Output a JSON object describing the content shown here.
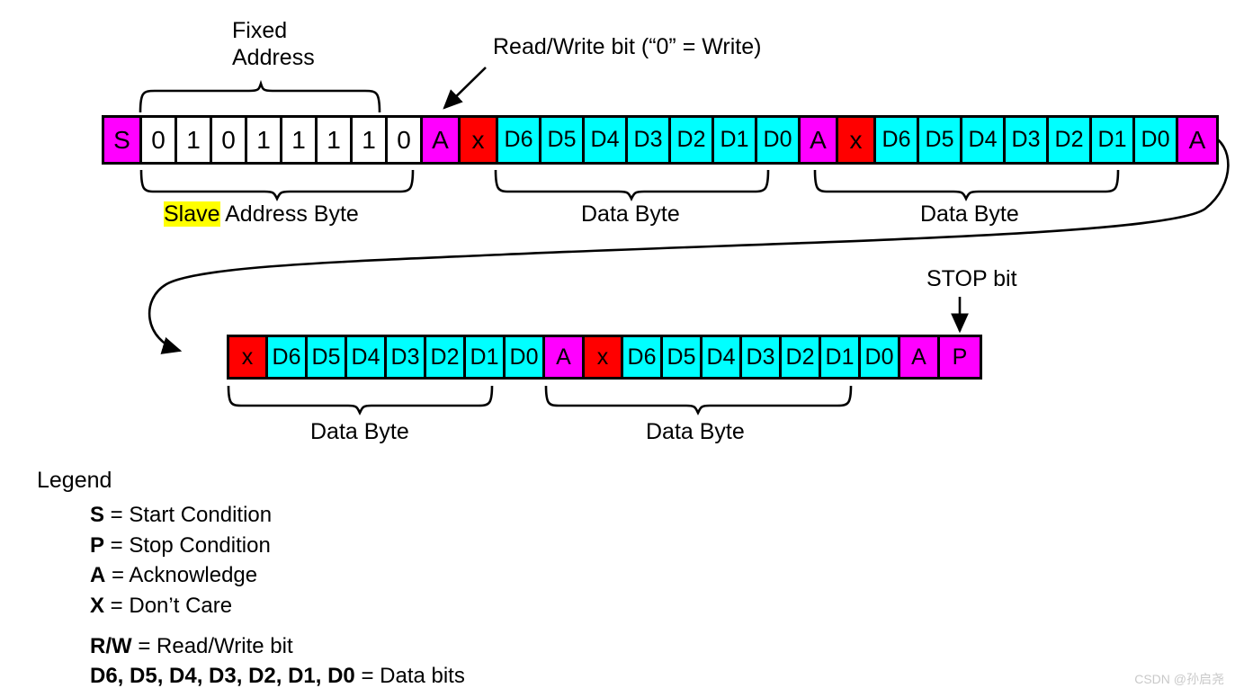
{
  "diagram": {
    "title_labels": {
      "fixed_address": "Fixed\nAddress",
      "read_write_bit": "Read/Write bit (“0” = Write)",
      "stop_bit": "STOP bit"
    },
    "brace_labels": {
      "slave_address_highlight": "Slave",
      "slave_address_rest": " Address Byte",
      "data_byte_1": "Data Byte",
      "data_byte_2": "Data Byte",
      "data_byte_3": "Data Byte",
      "data_byte_4": "Data Byte"
    },
    "colors": {
      "start_stop_ack": "#ff00ff",
      "dont_care": "#ff0000",
      "data_bit": "#00ffff",
      "address_bit": "#ffffff",
      "border": "#000000",
      "highlight": "#ffff00"
    },
    "row1": {
      "cells": [
        {
          "label": "S",
          "color": "magenta",
          "width": 42
        },
        {
          "label": "0",
          "color": "white",
          "width": 39
        },
        {
          "label": "1",
          "color": "white",
          "width": 39
        },
        {
          "label": "0",
          "color": "white",
          "width": 39
        },
        {
          "label": "1",
          "color": "white",
          "width": 39
        },
        {
          "label": "1",
          "color": "white",
          "width": 39
        },
        {
          "label": "1",
          "color": "white",
          "width": 39
        },
        {
          "label": "1",
          "color": "white",
          "width": 39
        },
        {
          "label": "0",
          "color": "white",
          "width": 39
        },
        {
          "label": "A",
          "color": "magenta",
          "width": 42
        },
        {
          "label": "x",
          "color": "red",
          "width": 42
        },
        {
          "label": "D6",
          "color": "cyan",
          "width": 48
        },
        {
          "label": "D5",
          "color": "cyan",
          "width": 48
        },
        {
          "label": "D4",
          "color": "cyan",
          "width": 48
        },
        {
          "label": "D3",
          "color": "cyan",
          "width": 48
        },
        {
          "label": "D2",
          "color": "cyan",
          "width": 48
        },
        {
          "label": "D1",
          "color": "cyan",
          "width": 48
        },
        {
          "label": "D0",
          "color": "cyan",
          "width": 48
        },
        {
          "label": "A",
          "color": "magenta",
          "width": 42
        },
        {
          "label": "x",
          "color": "red",
          "width": 42
        },
        {
          "label": "D6",
          "color": "cyan",
          "width": 48
        },
        {
          "label": "D5",
          "color": "cyan",
          "width": 48
        },
        {
          "label": "D4",
          "color": "cyan",
          "width": 48
        },
        {
          "label": "D3",
          "color": "cyan",
          "width": 48
        },
        {
          "label": "D2",
          "color": "cyan",
          "width": 48
        },
        {
          "label": "D1",
          "color": "cyan",
          "width": 48
        },
        {
          "label": "D0",
          "color": "cyan",
          "width": 48
        },
        {
          "label": "A",
          "color": "magenta",
          "width": 42
        }
      ]
    },
    "row2": {
      "cells": [
        {
          "label": "x",
          "color": "red",
          "width": 43
        },
        {
          "label": "D6",
          "color": "cyan",
          "width": 44
        },
        {
          "label": "D5",
          "color": "cyan",
          "width": 44
        },
        {
          "label": "D4",
          "color": "cyan",
          "width": 44
        },
        {
          "label": "D3",
          "color": "cyan",
          "width": 44
        },
        {
          "label": "D2",
          "color": "cyan",
          "width": 44
        },
        {
          "label": "D1",
          "color": "cyan",
          "width": 44
        },
        {
          "label": "D0",
          "color": "cyan",
          "width": 44
        },
        {
          "label": "A",
          "color": "magenta",
          "width": 44
        },
        {
          "label": "x",
          "color": "red",
          "width": 43
        },
        {
          "label": "D6",
          "color": "cyan",
          "width": 44
        },
        {
          "label": "D5",
          "color": "cyan",
          "width": 44
        },
        {
          "label": "D4",
          "color": "cyan",
          "width": 44
        },
        {
          "label": "D3",
          "color": "cyan",
          "width": 44
        },
        {
          "label": "D2",
          "color": "cyan",
          "width": 44
        },
        {
          "label": "D1",
          "color": "cyan",
          "width": 44
        },
        {
          "label": "D0",
          "color": "cyan",
          "width": 44
        },
        {
          "label": "A",
          "color": "magenta",
          "width": 44
        },
        {
          "label": "P",
          "color": "magenta",
          "width": 44
        }
      ]
    }
  },
  "legend": {
    "title": "Legend",
    "entries": [
      {
        "symbol": "S",
        "text": " = Start Condition"
      },
      {
        "symbol": "P",
        "text": " = Stop Condition"
      },
      {
        "symbol": "A",
        "text": " = Acknowledge"
      },
      {
        "symbol": "X",
        "text": " = Don’t Care"
      },
      {
        "symbol": "R/W",
        "text": " = Read/Write bit"
      },
      {
        "symbol": "D6, D5, D4, D3, D2, D1, D0",
        "text": " = Data bits"
      }
    ]
  },
  "watermark": {
    "text": "CSDN @孙启尧"
  }
}
